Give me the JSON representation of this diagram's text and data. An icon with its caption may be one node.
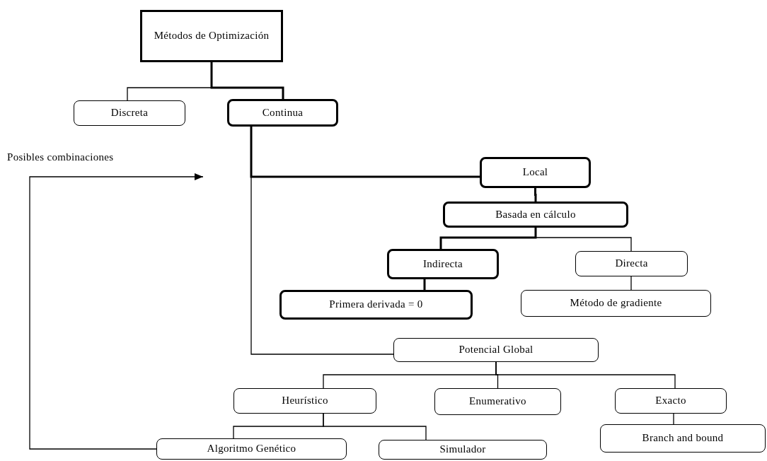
{
  "diagram": {
    "nodes": [
      {
        "text": [
          "Métodos de Optimización"
        ]
      },
      {
        "text": [
          "Discreta"
        ]
      },
      {
        "text": [
          "Continua"
        ]
      },
      {
        "text": [
          "Local"
        ]
      },
      {
        "text": [
          "Basada en cálculo"
        ]
      },
      {
        "text": [
          "Indirecta"
        ]
      },
      {
        "text": [
          "Directa"
        ]
      },
      {
        "text": [
          "Primera derivada = 0"
        ]
      },
      {
        "text": [
          "Método de gradiente"
        ]
      },
      {
        "text": [
          "Potencial Global"
        ]
      },
      {
        "text": [
          "Heurístico"
        ]
      },
      {
        "text": [
          "Enumerativo"
        ]
      },
      {
        "text": [
          "Exacto"
        ]
      },
      {
        "text": [
          "Branch and bound"
        ]
      },
      {
        "text": [
          "Algoritmo Genético"
        ]
      },
      {
        "text": [
          "Simulador"
        ]
      }
    ],
    "edges": [
      {
        "from": 0,
        "to": 1,
        "arrow": "none"
      },
      {
        "from": 0,
        "to": 2,
        "arrow": "none",
        "style": "thick"
      },
      {
        "from": 2,
        "to": 3,
        "arrow": "none",
        "style": "thick"
      },
      {
        "from": 2,
        "to": 9,
        "arrow": "none"
      },
      {
        "from": 3,
        "to": 4,
        "arrow": "none",
        "style": "thick"
      },
      {
        "from": 4,
        "to": 5,
        "arrow": "none",
        "style": "thick"
      },
      {
        "from": 4,
        "to": 6,
        "arrow": "none"
      },
      {
        "from": 5,
        "to": 7,
        "arrow": "none",
        "style": "thick"
      },
      {
        "from": 6,
        "to": 8,
        "arrow": "none"
      },
      {
        "from": 9,
        "to": 10,
        "arrow": "none"
      },
      {
        "from": 9,
        "to": 11,
        "arrow": "none"
      },
      {
        "from": 9,
        "to": 12,
        "arrow": "none"
      },
      {
        "from": 12,
        "to": 13,
        "arrow": "none"
      },
      {
        "from": 10,
        "to": 14,
        "arrow": "none"
      },
      {
        "from": 10,
        "to": 15,
        "arrow": "none"
      },
      {
        "from": 14,
        "to": null,
        "arrow": "to",
        "label": "Posibles combinaciones"
      }
    ]
  }
}
